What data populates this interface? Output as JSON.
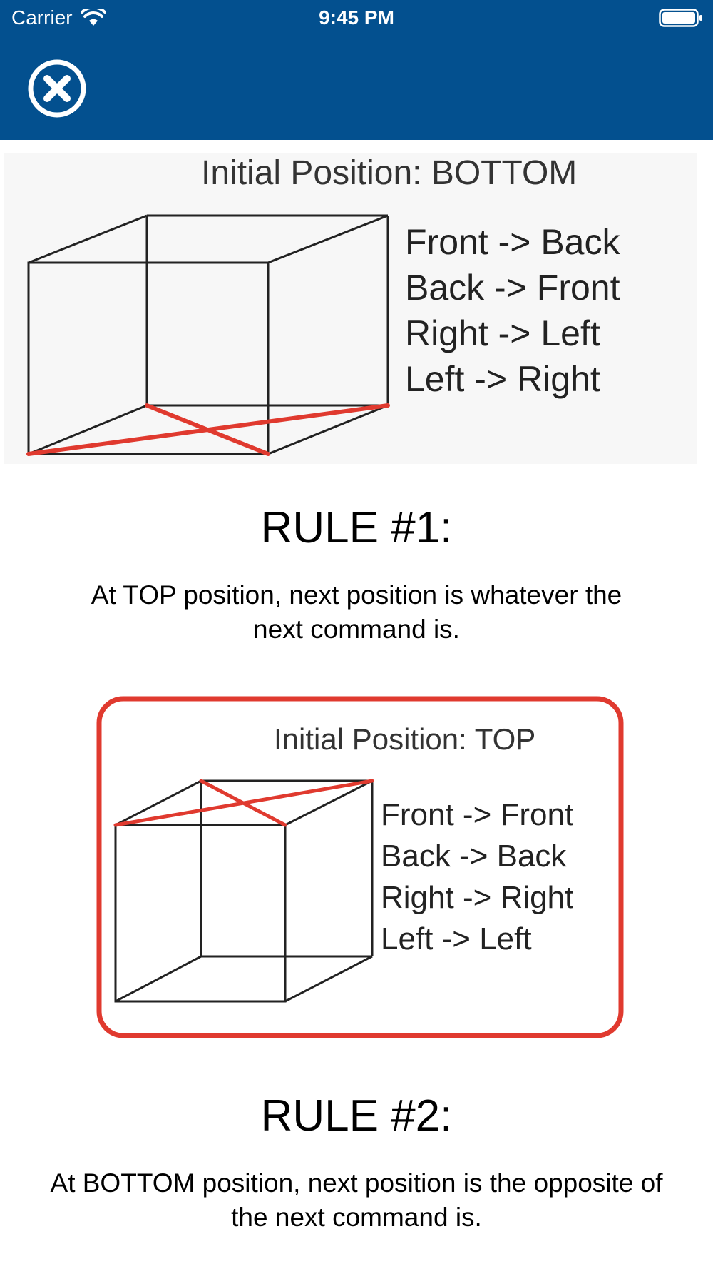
{
  "status_bar": {
    "carrier": "Carrier",
    "time": "9:45 PM"
  },
  "header": {
    "close_icon": "close-circle-icon",
    "background_color": "#03508f"
  },
  "diagram_bottom": {
    "title": "Initial Position: BOTTOM",
    "mappings": [
      "Front -> Back",
      "Back -> Front",
      "Right -> Left",
      "Left -> Right"
    ],
    "highlight_color": "#e03a2f"
  },
  "rule_1": {
    "title": "RULE #1:",
    "text_line_1": "At TOP position, next position is whatever the",
    "text_line_2": "next command is."
  },
  "diagram_top": {
    "title": "Initial Position: TOP",
    "mappings": [
      "Front -> Front",
      "Back -> Back",
      "Right -> Right",
      "Left -> Left"
    ],
    "frame_color": "#e03a2f"
  },
  "rule_2": {
    "title": "RULE #2:",
    "text_line_1": "At BOTTOM position, next position is the opposite of",
    "text_line_2": "the next command is."
  }
}
